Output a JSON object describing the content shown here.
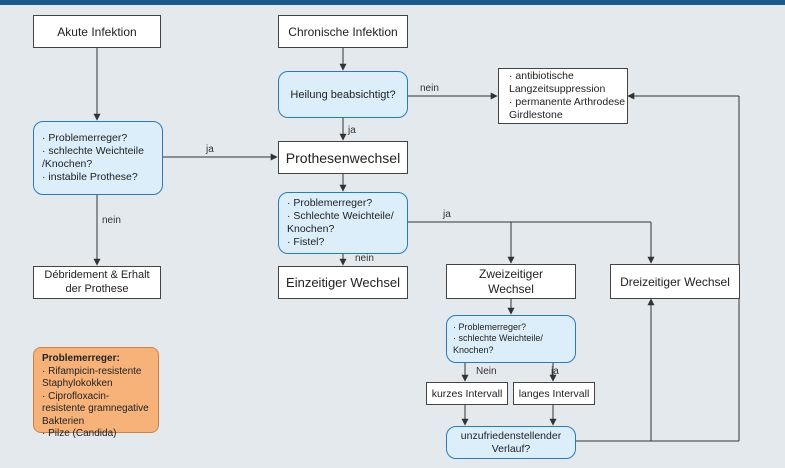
{
  "nodes": {
    "acute_infection": "Akute Infektion",
    "chronic_infection": "Chronische Infektion",
    "cure_question": "Heilung beabsichtigt?",
    "suppression": [
      "· antibiotische Langzeitsuppression",
      "· permanente Arthrodese Girdlestone"
    ],
    "acute_question": [
      "· Problemerreger?",
      "· schlechte Weichteile /Knochen?",
      "· instabile Prothese?"
    ],
    "prosthesis_exchange": "Prothesenwechsel",
    "exchange_question": [
      "· Problemerreger?",
      "· Schlechte Weichteile/ Knochen?",
      "· Fistel?"
    ],
    "debridement": "Débridement & Erhalt der Prothese",
    "one_stage": "Einzeitiger Wechsel",
    "two_stage": "Zweizeitiger Wechsel",
    "three_stage": "Dreizeitiger Wechsel",
    "two_stage_question": [
      "· Problemerreger?",
      "· schlechte Weichteile/ Knochen?"
    ],
    "short_interval": "kurzes Intervall",
    "long_interval": "langes Intervall",
    "unsatisfactory": "unzufriedenstellender Verlauf?"
  },
  "edge_labels": {
    "nein_cure": "nein",
    "ja_cure": "ja",
    "ja_acute": "ja",
    "nein_acute": "nein",
    "ja_exchange": "ja",
    "nein_exchange": "nein",
    "nein_two": "Nein",
    "ja_two": "ja"
  },
  "legend": {
    "title": "Problemerreger:",
    "items": [
      "· Rifampicin-resistente Staphylokokken",
      "· Ciprofloxacin-resistente gramnegative Bakterien",
      "· Pilze (Candida)"
    ]
  },
  "colors": {
    "question_fill": "#dbeefa",
    "question_border": "#2b7bb9",
    "legend_fill": "#f7b27a",
    "header_bar": "#1d5a8c"
  }
}
